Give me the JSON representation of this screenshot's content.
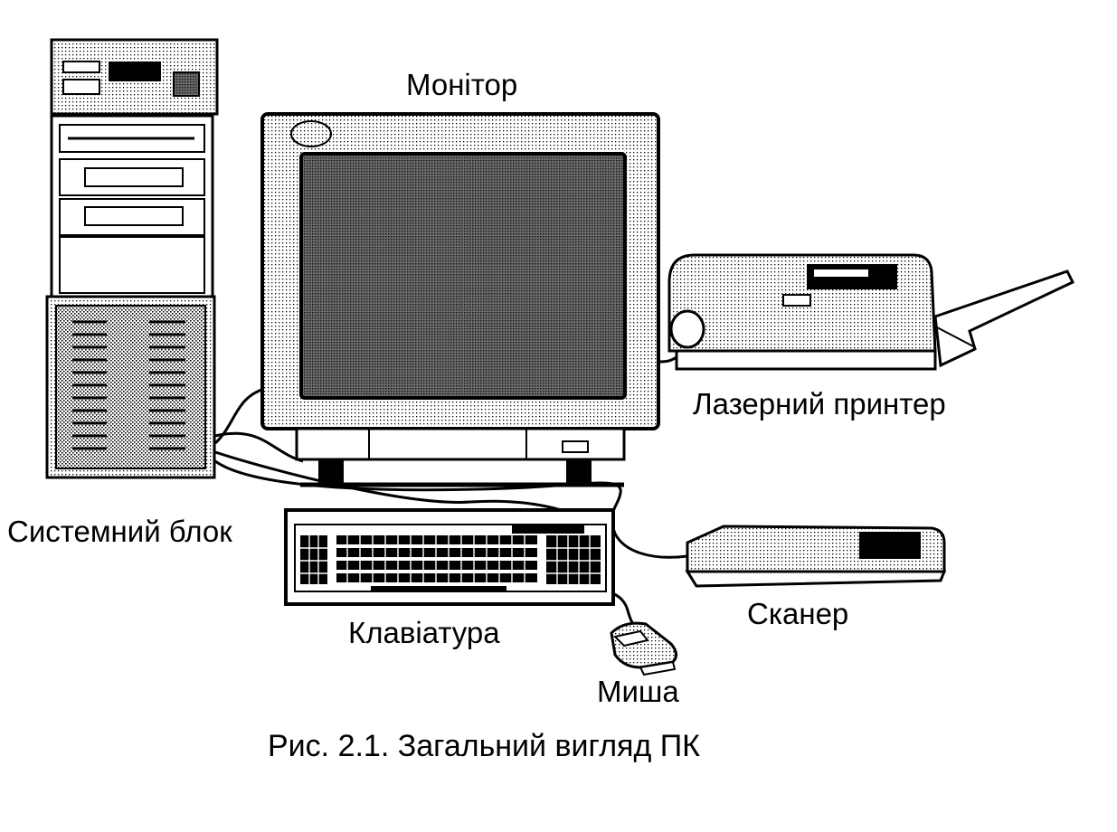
{
  "labels": {
    "monitor": "Монітор",
    "laser_printer": "Лазерний принтер",
    "system_unit": "Системний блок",
    "keyboard": "Клавіатура",
    "scanner": "Сканер",
    "mouse": "Миша"
  },
  "caption": "Рис. 2.1. Загальний вигляд ПК",
  "colors": {
    "ink": "#000000",
    "paper": "#ffffff",
    "light_fill": "#d9d9d9",
    "screen_fill": "#8c8c8c"
  }
}
